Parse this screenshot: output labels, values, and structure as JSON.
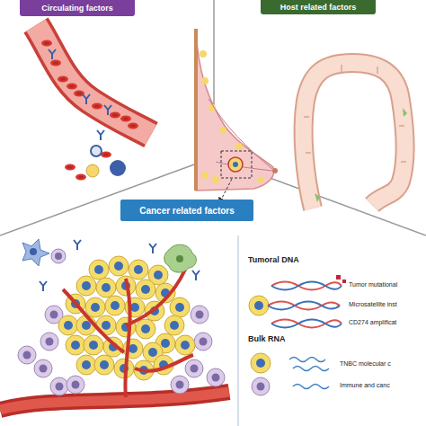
{
  "diagram": {
    "nodes": [
      {
        "text": [
          "Circulating factors"
        ]
      },
      {
        "text": [
          "Host related factors"
        ]
      },
      {
        "text": [
          "Cancer related factors"
        ]
      }
    ],
    "labels": [
      "Tumoral DNA",
      "Tumor mutational",
      "Microsatellite inst",
      "CD274 amplificat",
      "Bulk RNA",
      "TNBC molecular c",
      "Immune and canc"
    ]
  }
}
